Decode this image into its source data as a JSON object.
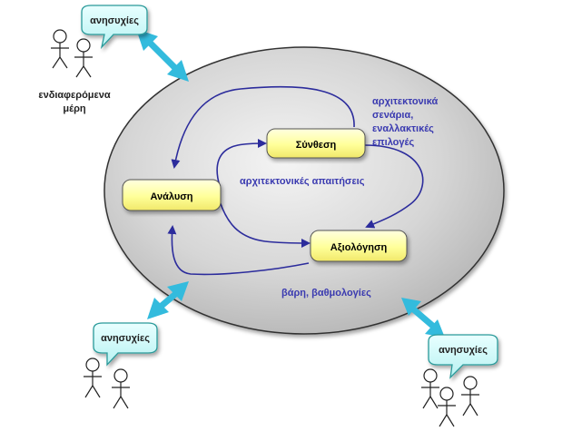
{
  "nodes": {
    "synthesis": "Σύνθεση",
    "analysis": "Ανάλυση",
    "evaluation": "Αξιολόγηση"
  },
  "labels": {
    "scenarios_line1": "αρχιτεκτονικά",
    "scenarios_line2": "σενάρια,",
    "scenarios_line3": "εναλλακτικές",
    "scenarios_line4": "επιλογές",
    "requirements": "αρχιτεκτονικές απαιτήσεις",
    "weights": "βάρη, βαθμολογίες",
    "stakeholders_line1": "ενδιαφερόμενα",
    "stakeholders_line2": "μέρη"
  },
  "callouts": {
    "top_left": "ανησυχίες",
    "bottom_left": "ανησυχίες",
    "bottom_right": "ανησυχίες"
  },
  "colors": {
    "node_fill": "#ffff99",
    "ellipse_fill": "#d8d8d8",
    "flow_arrow": "#2c2c9c",
    "callout_fill": "#ccffff",
    "callout_stroke": "#33aaaa",
    "double_arrow": "#33bbdd"
  }
}
